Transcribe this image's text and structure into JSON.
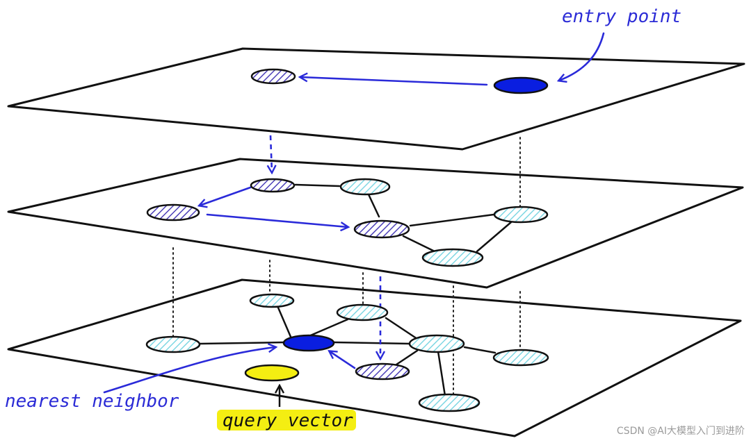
{
  "labels": {
    "entry_point": "entry point",
    "nearest_neighbor": "nearest neighbor",
    "query_vector": "query vector"
  },
  "watermark": "CSDN @AI大模型入门到进阶",
  "colors": {
    "blue": "#2a2ad9",
    "dark_blue_node": "#0a1ee0",
    "cyan_hatch": "#7fd7e3",
    "purple_hatch": "#4b3fb8",
    "query_yellow": "#f4ee12"
  }
}
